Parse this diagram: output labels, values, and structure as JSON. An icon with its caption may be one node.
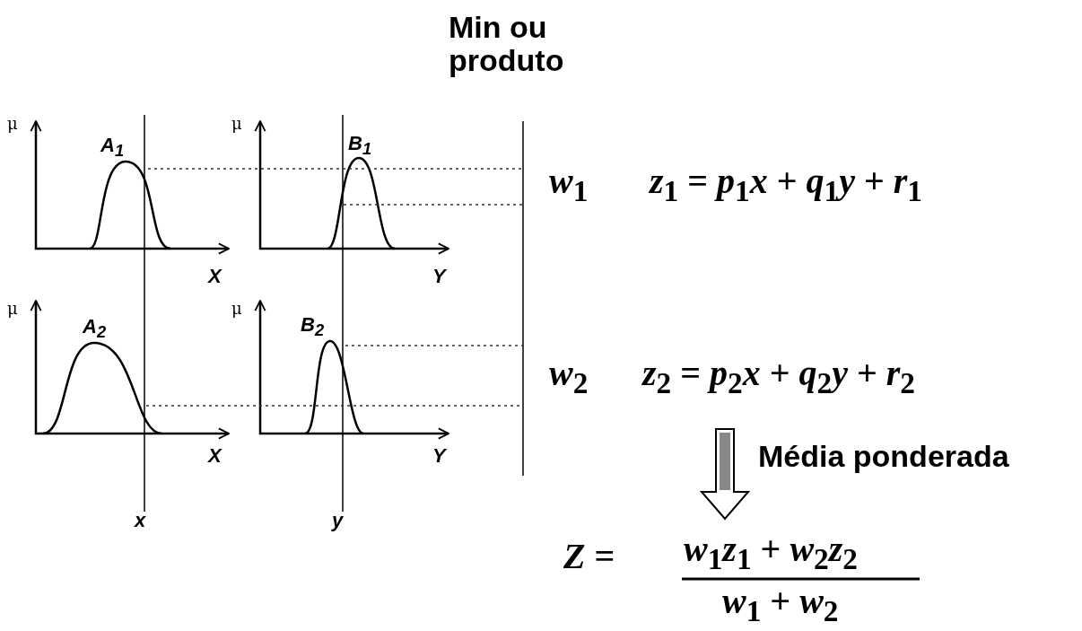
{
  "diagram": {
    "labels": [
      "Min ou produto",
      "μ",
      "A$_{1}$",
      "μ",
      "B$_{1}$",
      "*w*$_{1}$",
      "*z*$_{1}$ = *p*$_{1}$*x* + *q*$_{1}$*y* + *r*$_{1}$",
      "X",
      "Y",
      "μ",
      "A$_{2}$",
      "μ",
      "B$_{2}$",
      "*w*$_{2}$",
      "*z*$_{2}$ = *p*$_{2}$*x* + *q*$_{2}$*y* + *r*$_{2}$",
      "X",
      "Y",
      "Média ponderada",
      "x",
      "y",
      "*Z* =",
      "*w*$_{1}$*z*$_{1}$ + *w*$_{2}$*z*$_{2}$",
      "*w*$_{1}$ + *w*$_{2}$"
    ]
  }
}
